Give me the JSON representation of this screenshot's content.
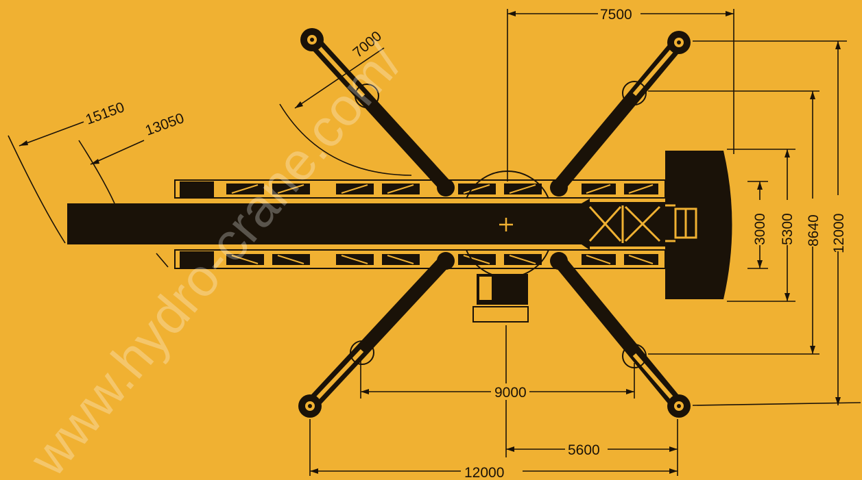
{
  "colors": {
    "background": "#f0b132",
    "ink": "#1a1208",
    "watermark": "#ffffff"
  },
  "watermark": "www.hydro-crane.com/",
  "dimensions": {
    "outrigger_spread_length": "7500",
    "boom_radius_short": "7000",
    "tail_radius_outer": "15150",
    "tail_radius_inner": "13050",
    "width_3000": "3000",
    "width_5300": "5300",
    "width_8640": "8640",
    "width_12000_right": "12000",
    "spacing_9000": "9000",
    "spacing_5600": "5600",
    "width_12000_bottom": "12000"
  }
}
